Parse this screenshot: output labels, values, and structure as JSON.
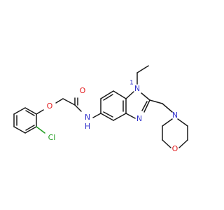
{
  "molecule": {
    "atoms": {
      "o_carbonyl": "O",
      "o_ether": "O",
      "nh_n": "N",
      "nh_h": "H",
      "cl": "Cl",
      "n_ring1": "N",
      "n_ring1_num": "1",
      "n_ring3": "N",
      "n_morph": "N",
      "o_morph": "O"
    },
    "colors": {
      "carbon": "#1a1a1a",
      "oxygen": "#e31a1c",
      "nitrogen": "#3333cc",
      "chlorine": "#1f9d1f"
    }
  }
}
